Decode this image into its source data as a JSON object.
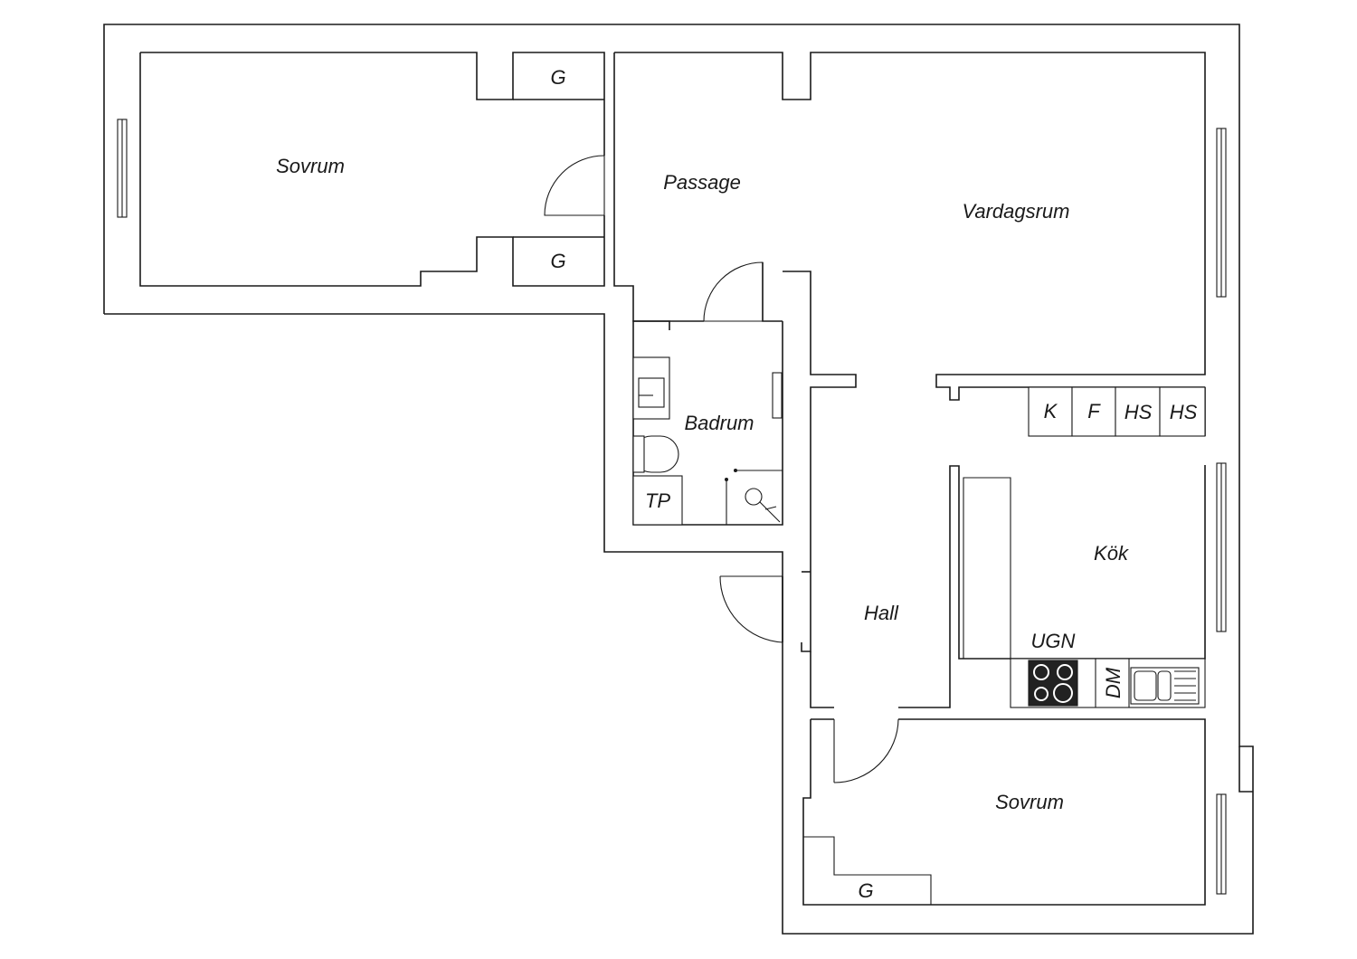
{
  "rooms": {
    "bedroom_1": "Sovrum",
    "passage": "Passage",
    "living_room": "Vardagsrum",
    "bathroom": "Badrum",
    "hall": "Hall",
    "kitchen": "Kök",
    "bedroom_2": "Sovrum"
  },
  "fixtures": {
    "closet_top": "G",
    "closet_mid": "G",
    "closet_bottom": "G",
    "fridge": "K",
    "freezer": "F",
    "pantry_1": "HS",
    "pantry_2": "HS",
    "laundry": "TP",
    "oven": "UGN",
    "dishwasher": "DM"
  }
}
